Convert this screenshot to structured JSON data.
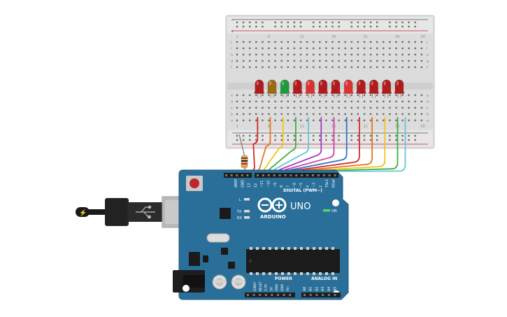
{
  "board": {
    "brand_text": "ARDUINO",
    "model_text": "UNO",
    "digital_label": "DIGITAL (PWM~)",
    "on_label": "ON",
    "power_label": "POWER",
    "analog_label": "ANALOG IN",
    "l_label": "L",
    "tx_label": "TX",
    "rx_label": "RX",
    "top_pins": [
      "AREF",
      "GND",
      "13",
      "12",
      "~11",
      "~10",
      "~9",
      "8",
      "7",
      "~6",
      "~5",
      "4",
      "~3",
      "2",
      "TX▸1",
      "RX◂0"
    ],
    "power_pins": [
      "IOREF",
      "RESET",
      "3.3V",
      "5V",
      "GND",
      "GND",
      "Vin"
    ],
    "analog_pins": [
      "A0",
      "A1",
      "A2",
      "A3",
      "A4",
      "A5"
    ],
    "color": "#2a6f99"
  },
  "breadboard": {
    "columns": 30,
    "row_letters_top": [
      "j",
      "i",
      "h",
      "g",
      "f"
    ],
    "row_letters_bottom": [
      "e",
      "d",
      "c",
      "b",
      "a"
    ],
    "rail_plus": "+",
    "rail_minus": "−"
  },
  "leds": [
    {
      "color": "#b01c1c"
    },
    {
      "color": "#9a6a14"
    },
    {
      "color": "#1f9a3a"
    },
    {
      "color": "#b01c1c"
    },
    {
      "color": "#d83232"
    },
    {
      "color": "#b01c1c"
    },
    {
      "color": "#b01c1c"
    },
    {
      "color": "#d83232"
    },
    {
      "color": "#b01c1c"
    },
    {
      "color": "#b01c1c"
    },
    {
      "color": "#b01c1c"
    },
    {
      "color": "#b01c1c"
    }
  ],
  "wires": [
    {
      "color": "#d42a2a"
    },
    {
      "color": "#e8741e"
    },
    {
      "color": "#f2c31b"
    },
    {
      "color": "#3fae3f"
    },
    {
      "color": "#64c6d8"
    },
    {
      "color": "#a53cc0"
    },
    {
      "color": "#d63ca6"
    },
    {
      "color": "#2f72c6"
    },
    {
      "color": "#d42a2a"
    },
    {
      "color": "#e8741e"
    },
    {
      "color": "#f2c31b"
    },
    {
      "color": "#3fae3f"
    },
    {
      "color": "#64c6d8"
    }
  ]
}
